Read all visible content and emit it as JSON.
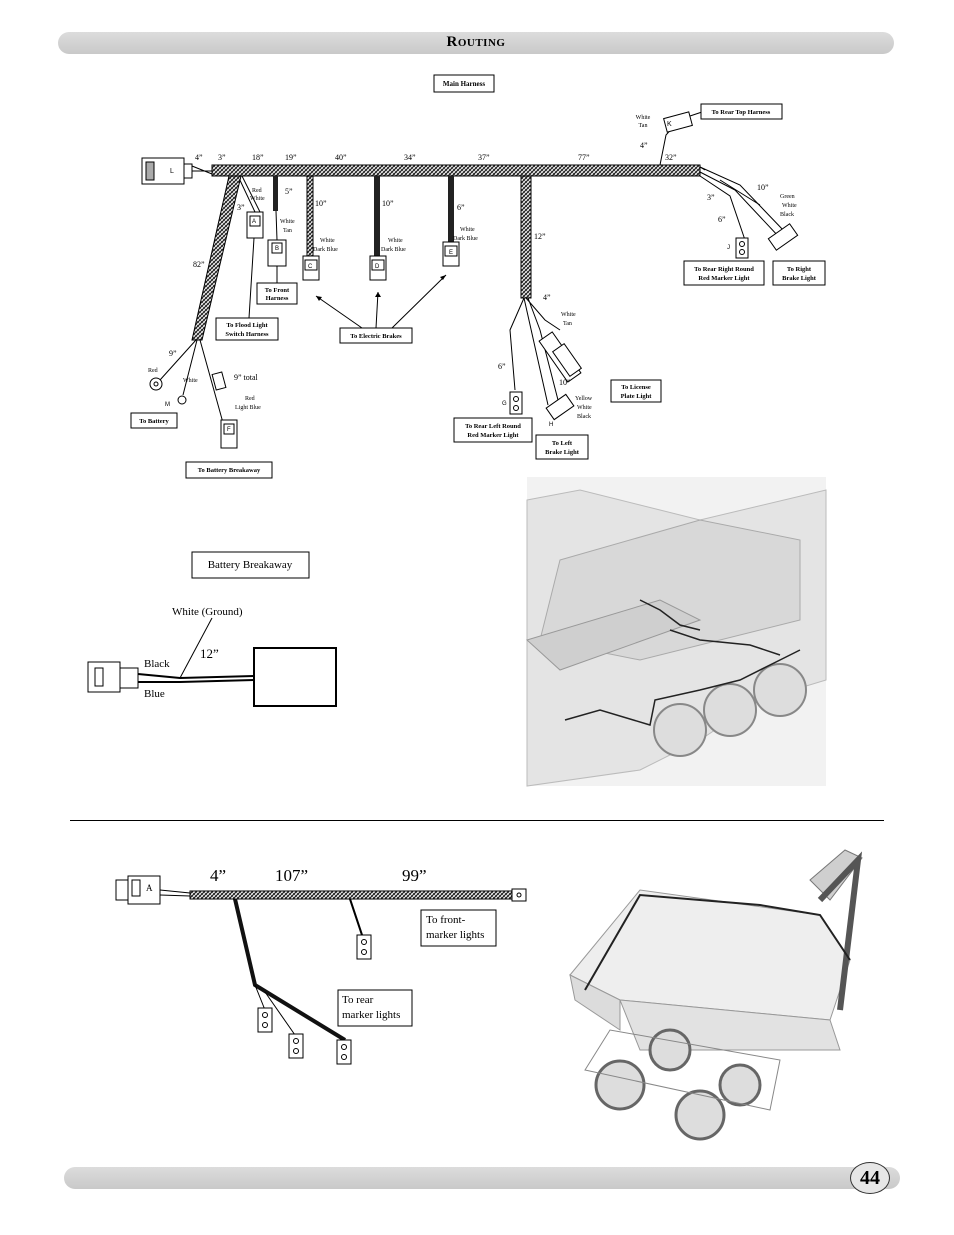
{
  "header": {
    "title": "Routing"
  },
  "page_number": "44",
  "main_harness": {
    "title": "Main Harness",
    "dimensions": [
      "4”",
      "3”",
      "18”",
      "19”",
      "40”",
      "34”",
      "37”",
      "77”",
      "32”"
    ],
    "branch_lengths": {
      "b82": "82”",
      "b3": "3”",
      "b5": "5”",
      "b10a": "10”",
      "b10b": "10”",
      "b6a": "6”",
      "b12": "12”",
      "b4a": "4”",
      "b4k": "4”",
      "b3r": "3”",
      "b6r": "6”",
      "b10r": "10”",
      "b9": "9”",
      "b9total": "9” total",
      "b6g": "6”",
      "b10h": "10”"
    },
    "connectors": {
      "L": "L",
      "A": "A",
      "B": "B",
      "C": "C",
      "D": "D",
      "E": "E",
      "F": "F",
      "G": "G",
      "H": "H",
      "J": "J",
      "K": "K",
      "M": "M"
    },
    "wire_labels": {
      "red_white": [
        "Red",
        "White"
      ],
      "white_tan_b": [
        "White",
        "Tan"
      ],
      "white_dkblue_c": [
        "White",
        "Dark Blue"
      ],
      "white_dkblue_d": [
        "White",
        "Dark Blue"
      ],
      "white_dkblue_e": [
        "White",
        "Dark Blue"
      ],
      "white_tan_k": [
        "White",
        "Tan"
      ],
      "green_white_black": [
        "Green",
        "White",
        "Black"
      ],
      "white_tan_lic": [
        "White",
        "Tan"
      ],
      "yellow_white_black": [
        "Yellow",
        "White",
        "Black"
      ],
      "red_m": "Red",
      "white_m": "White",
      "red_lightblue": [
        "Red",
        "Light Blue"
      ]
    },
    "callouts": {
      "rear_top": "To Rear Top Harness",
      "rear_right_round": [
        "To Rear Right Round",
        "Red Marker Light"
      ],
      "right_brake": [
        "To Right",
        "Brake Light"
      ],
      "front_harness": [
        "To Front",
        "Harness"
      ],
      "flood_light": [
        "To Flood Light",
        "Switch Harness"
      ],
      "electric_brakes": "To Electric Brakes",
      "license_plate": [
        "To License",
        "Plate Light"
      ],
      "rear_left_round": [
        "To Rear Left Round",
        "Red Marker Light"
      ],
      "left_brake": [
        "To Left",
        "Brake  Light"
      ],
      "battery": "To Battery",
      "battery_breakaway": "To Battery Breakaway"
    }
  },
  "breakaway": {
    "title": "Battery Breakaway",
    "white_ground": "White (Ground)",
    "length": "12”",
    "black": "Black",
    "blue": "Blue"
  },
  "top_harness": {
    "connector": "A",
    "dimensions": [
      "4”",
      "107”",
      "99”"
    ],
    "front_markers": [
      "To front-",
      "marker lights"
    ],
    "rear_markers": [
      "To rear",
      "marker lights"
    ]
  }
}
